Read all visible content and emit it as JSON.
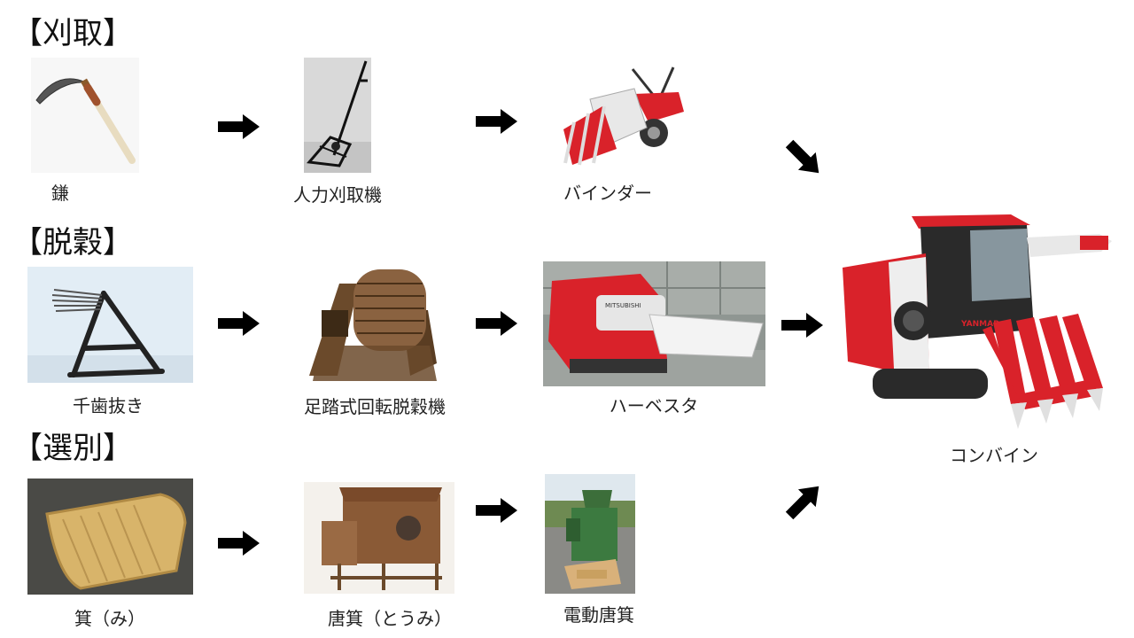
{
  "sections": {
    "harvest": {
      "title": "【刈取】"
    },
    "threshing": {
      "title": "【脱穀】"
    },
    "sorting": {
      "title": "【選別】"
    }
  },
  "items": {
    "kama": "鎌",
    "manual_reaper": "人力刈取機",
    "binder": "バインダー",
    "senbakoki": "千歯抜き",
    "pedal_thresher": "足踏式回転脱穀機",
    "harvester": "ハーベスタ",
    "mi": "箕（み）",
    "toumi": "唐箕（とうみ）",
    "electric_toumi": "電動唐箕",
    "combine": "コンバイン"
  },
  "images": {
    "harvester_brand": "MITSUBISHI",
    "combine_brand": "YANMAR"
  },
  "colors": {
    "arrow": "#000000",
    "machine_red": "#d9222a",
    "wood": "#6b4a2b",
    "background": "#ffffff"
  }
}
